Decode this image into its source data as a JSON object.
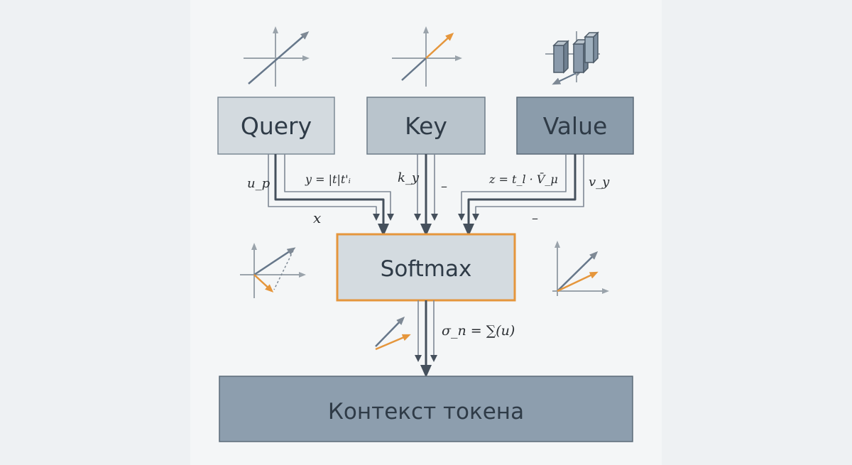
{
  "boxes": {
    "query": {
      "label": "Query",
      "fill": "#d3dadf"
    },
    "key": {
      "label": "Key",
      "fill": "#b9c4cc"
    },
    "value": {
      "label": "Value",
      "fill": "#8b9cab"
    },
    "softmax": {
      "label": "Softmax",
      "fill": "#d4dbe0",
      "border": "#e5963c"
    },
    "context": {
      "label": "Контекст токена",
      "fill": "#8d9eae"
    }
  },
  "formulas": {
    "query_left": "u_p",
    "query_mid": "y = |t|t'ᵢ",
    "x_symbol": "x",
    "key_left": "k_y",
    "key_right": "–",
    "value_mid": "z = t_l · V̄_μ",
    "value_right": "v_y",
    "dash_right": "–",
    "sigma": "σ_n = ∑(u)"
  },
  "colors": {
    "arrow": "#45505c",
    "accent": "#e5963c",
    "axis": "#9aa3ab",
    "vector": "#66778a"
  },
  "icons": [
    "vector-plot-icon",
    "vector-plot-orange-icon",
    "bar-cubes-icon",
    "vector-projection-icon",
    "vector-pair-icon",
    "small-vector-pair-icon"
  ]
}
